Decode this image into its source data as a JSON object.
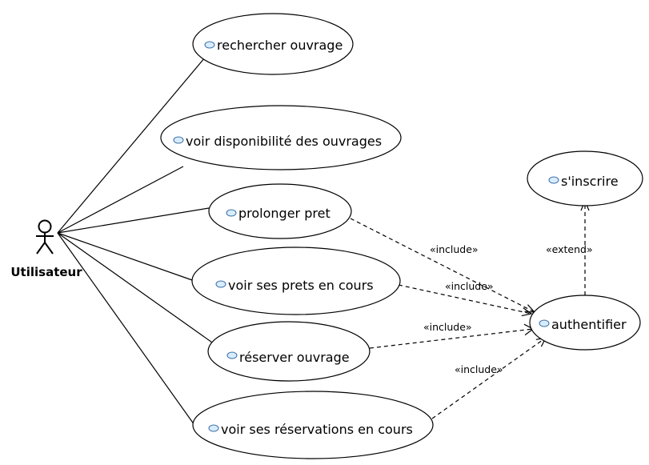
{
  "actor": {
    "name": "Utilisateur"
  },
  "use_cases": {
    "rechercher": "rechercher ouvrage",
    "disponibilite": "voir disponibilité des ouvrages",
    "prolonger": "prolonger pret",
    "prets": "voir ses prets en cours",
    "reserver": "réserver ouvrage",
    "reservations": "voir ses réservations en cours",
    "authentifier": "authentifier",
    "inscrire": "s'inscrire"
  },
  "relations": {
    "include_prolonger": "«include»",
    "include_prets": "«include»",
    "include_reserver": "«include»",
    "include_reservations": "«include»",
    "extend_inscrire": "«extend»"
  }
}
